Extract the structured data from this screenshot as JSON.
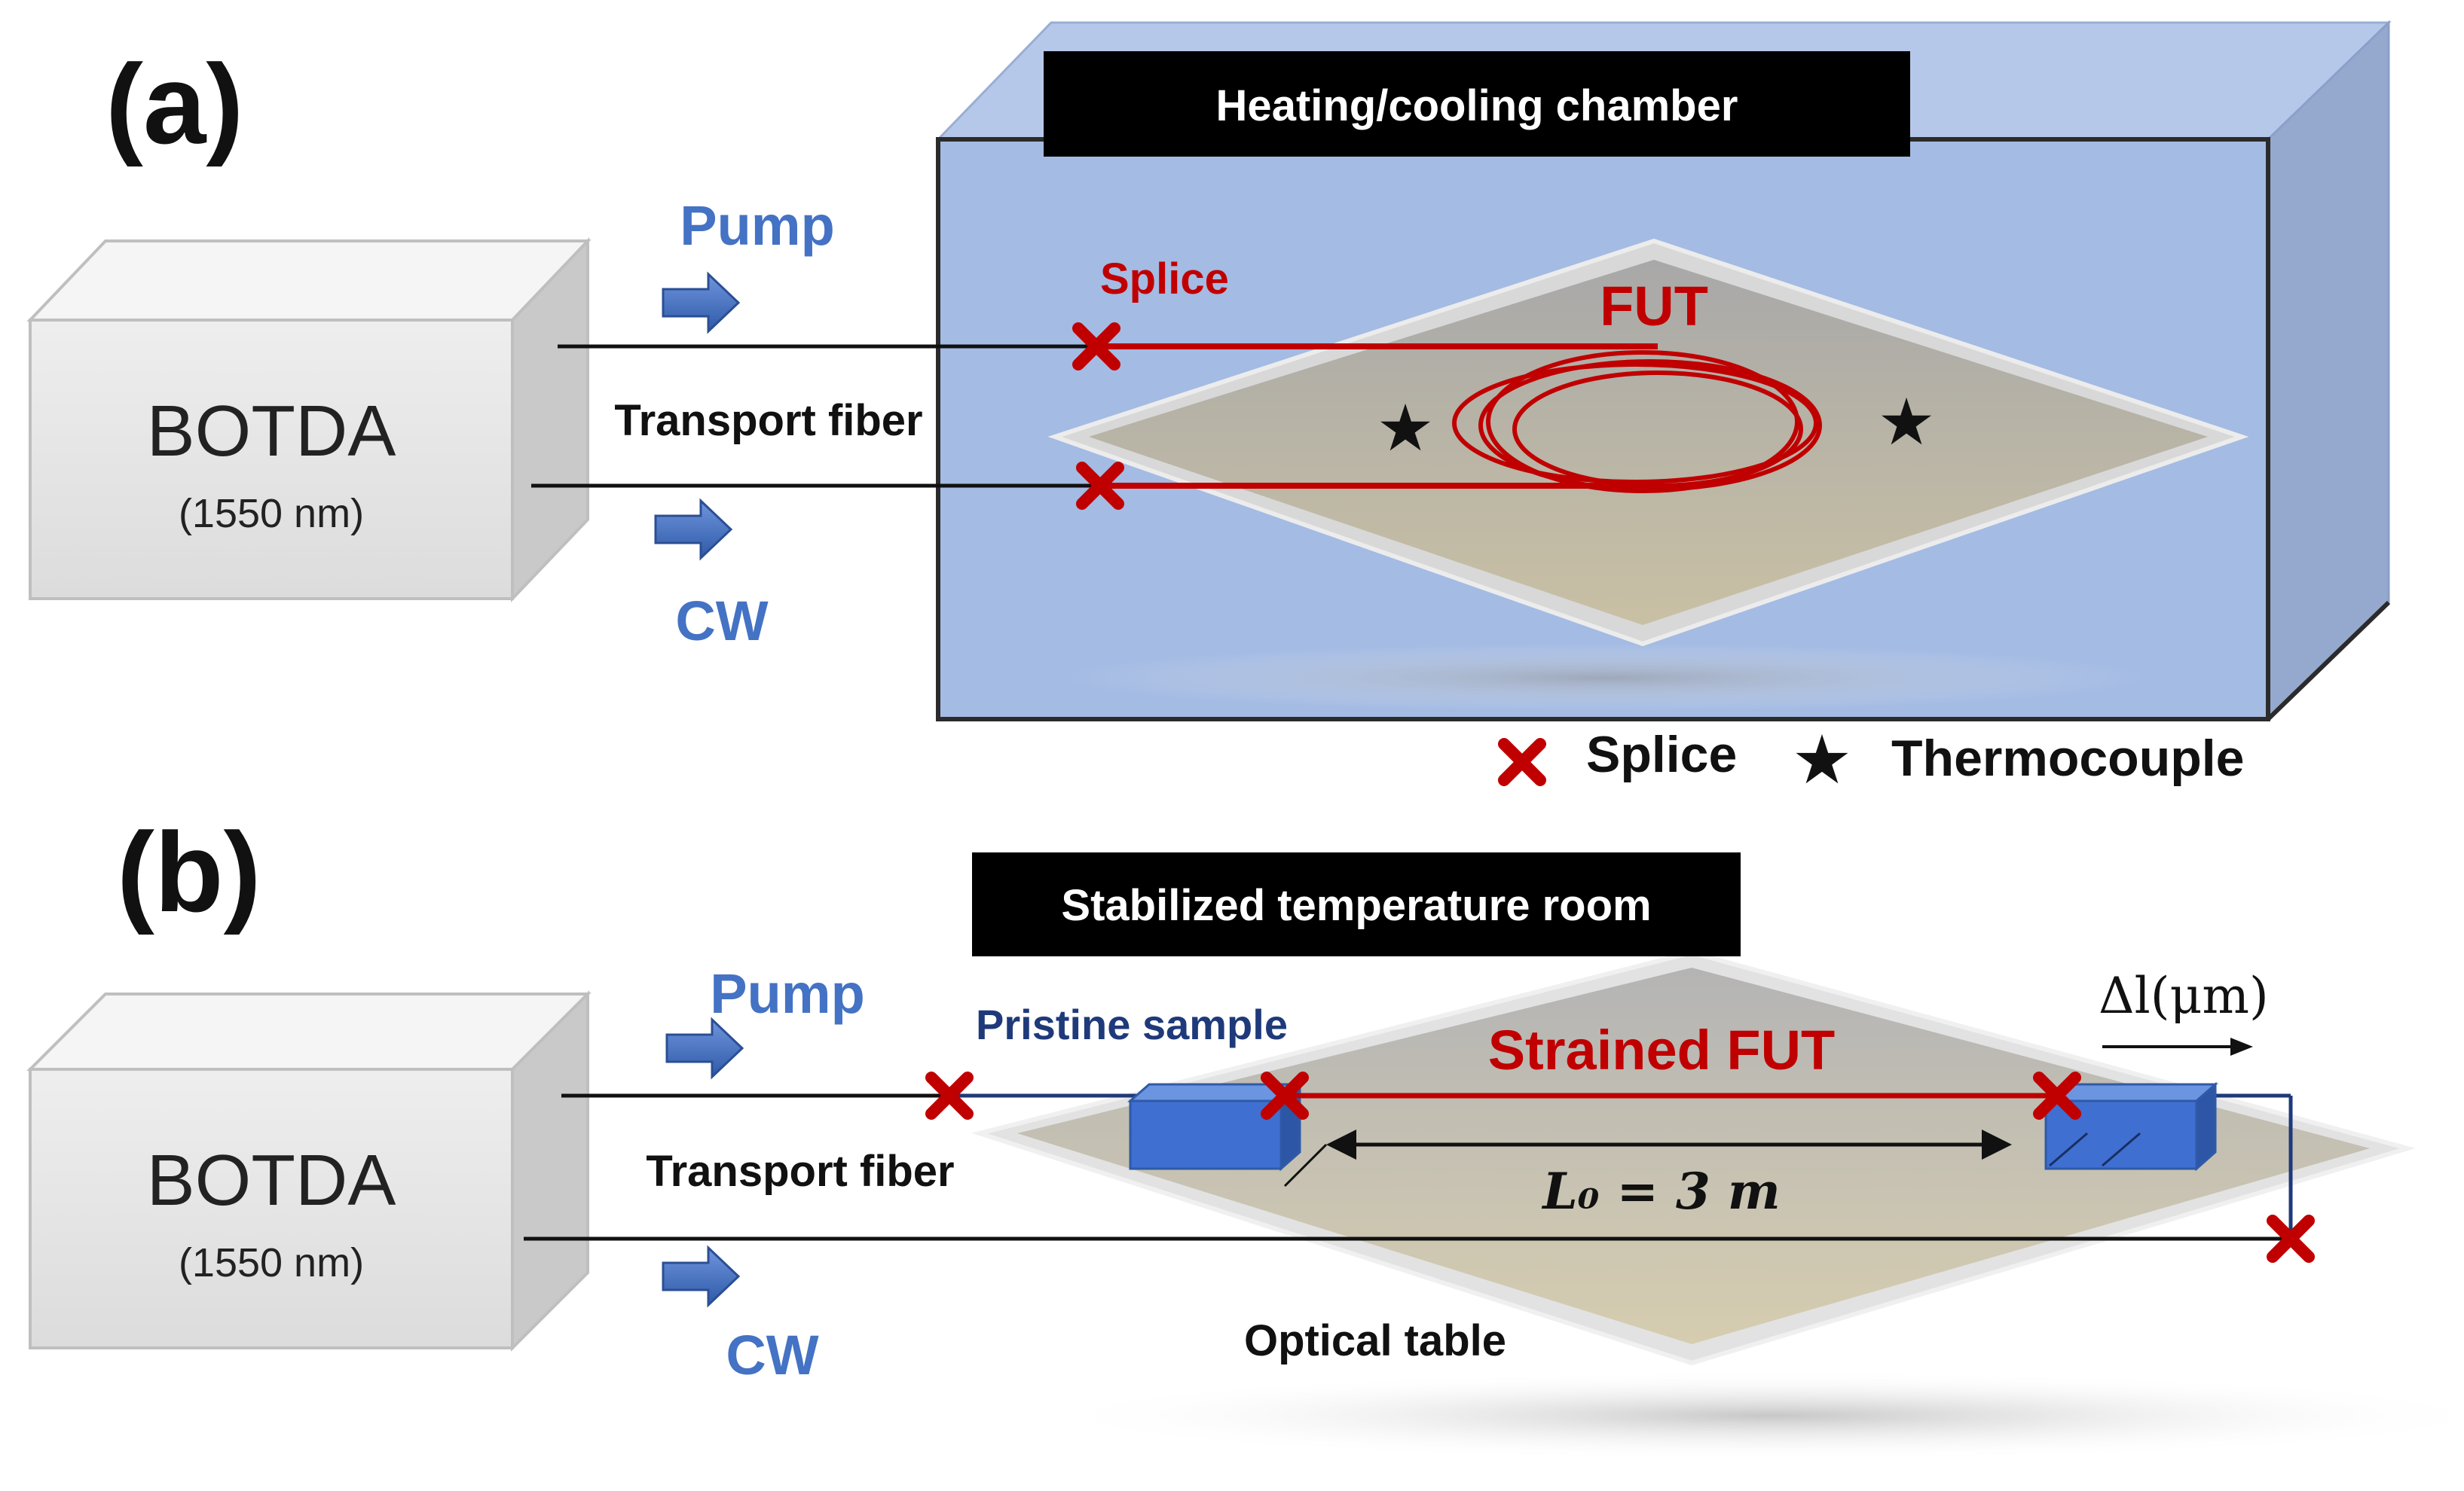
{
  "panel_a": {
    "label": "(a)",
    "device": {
      "name": "BOTDA",
      "wavelength": "(1550 nm)"
    },
    "pump_label": "Pump",
    "cw_label": "CW",
    "transport_fiber_label": "Transport fiber",
    "chamber_label": "Heating/cooling chamber",
    "splice_label": "Splice",
    "fut_label": "FUT"
  },
  "legend": {
    "splice_label": "Splice",
    "thermocouple_label": "Thermocouple"
  },
  "panel_b": {
    "label": "(b)",
    "device": {
      "name": "BOTDA",
      "wavelength": "(1550 nm)"
    },
    "pump_label": "Pump",
    "cw_label": "CW",
    "transport_fiber_label": "Transport fiber",
    "room_label": "Stabilized temperature room",
    "pristine_label": "Pristine sample",
    "strained_fut_label": "Strained FUT",
    "length_label": "L₀ = 3 m",
    "delta_label": "Δl(μm)",
    "table_label": "Optical table"
  },
  "colors": {
    "chamber_blue": "#9fb6e0",
    "fiber_red": "#c00000",
    "label_blue": "#4472c4",
    "fiber_navy": "#1f3a7a",
    "clamp_blue": "#3f6fd1",
    "banner_black": "#000000"
  }
}
